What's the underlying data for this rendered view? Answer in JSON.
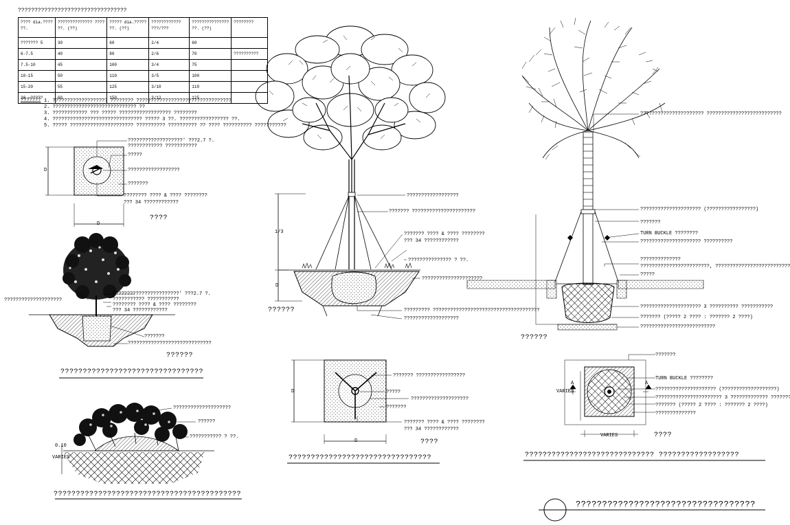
{
  "spec_table": {
    "caption": "?????????????????????????????????",
    "headers": [
      [
        "???? dia.????",
        "??."
      ],
      [
        "?????????????? ????",
        "??.  (??)"
      ],
      [
        "????? dia.?????",
        "??.  (??)"
      ],
      [
        "????????????",
        "???/???"
      ],
      [
        "???????????????",
        "??.  (??)"
      ],
      [
        "????????",
        ""
      ]
    ],
    "rows": [
      [
        "??????? 5",
        "30",
        "60",
        "2/4",
        "60",
        ""
      ],
      [
        "6-7.5",
        "40",
        "80",
        "2/6",
        "70",
        "??????????"
      ],
      [
        "7.5-10",
        "45",
        "100",
        "3/4",
        "75",
        ""
      ],
      [
        "10-15",
        "50",
        "110",
        "3/5",
        "100",
        ""
      ],
      [
        "15-20",
        "55",
        "125",
        "3/10",
        "110",
        ""
      ],
      [
        "20 ~?????",
        "60",
        "150",
        "3/12",
        "125",
        ""
      ]
    ]
  },
  "notes": {
    "title": "???????",
    "items": [
      "1. ??????????????????? ???????? ?????????????????????????????????",
      "2. ????????????????????????????? ??",
      "3. ???????????? ??? ????? ?????????????????? ????????",
      "4. ??????????????????????????????? ????? 3 ??. ????????????????? ??.",
      "5. ????? ?????????????????????? ?????????? ?????????? ?? ???? ?????????? ???????????"
    ]
  },
  "detail_small_plan": {
    "dim_d_vertical": "D",
    "dim_d_horizontal": "D",
    "plan_caption": "????",
    "labels": [
      "???????????????????' ???2.7 ?.",
      "???????????? ???????????",
      "?????",
      "??????????????????",
      "???????",
      "???????? ???? & ???? ????????",
      "??? 34 ????????????"
    ]
  },
  "detail_small_section": {
    "caption": "??????",
    "title": "????????????????????????????????",
    "labels_left": [
      "????????????????????"
    ],
    "labels_right": [
      "???????????????????????' ???2.7 ?.",
      "??????????? ???????????",
      "???????? ???? & ???? ????????",
      "??? 34 ????????????",
      "???????",
      "?????????????????????????????"
    ]
  },
  "detail_shrub": {
    "title": "??????????????????????????????????????????",
    "dim_top": "0.10",
    "dim_varies": "VARIES",
    "labels": [
      "????????????????????",
      "??????",
      "??????????? ? ??."
    ]
  },
  "detail_tree_elevation": {
    "ratio_label": "1/3",
    "dim_d": "D",
    "caption": "??????",
    "labels": [
      "??????????????????",
      "??????? ??????????????????????",
      "??????? ???? & ???? ????????",
      "??? 34 ????????????",
      "??????????????? ? ??.",
      "?????????????????????",
      "????????? ?????????????????????????????????????",
      "???????????????????"
    ]
  },
  "detail_tree_plan": {
    "dim_d_vertical": "D",
    "dim_d_horizontal": "D",
    "caption": "????",
    "title": "????????????????????????????????",
    "labels": [
      "??????? ?????????????????",
      "?????",
      "????????????????????",
      "???????",
      "??????? ???? & ???? ????????",
      "??? 34 ????????????"
    ]
  },
  "detail_palm_elevation": {
    "caption": "??????",
    "top_label": "?????????????????????? ??????????????????????????",
    "labels": [
      "????????????????????? (?????????????????)",
      "???????",
      "TURN BUCKLE ????????",
      "????????????????????? ??????????",
      "??????????????",
      "????????????????????????, ??????????????????????????)",
      "?????",
      "????????????????????? 3 ?????????? ???????????",
      "??????? (????? 2 ???? : ??????? 2 ????)",
      "??????????????????????????"
    ]
  },
  "detail_palm_plan": {
    "section_marker_left": "A",
    "section_marker_right": "A",
    "dim_varies_side": "VARIES",
    "dim_varies_bottom": "VARIES",
    "caption": "????",
    "title": "?????????????????????????????  ??????????????????",
    "labels": [
      "???????",
      "TURN BUCKLE ????????",
      "????????????????????? (???????????????????)",
      "??????????????????????? 3 ????????????? ???????????",
      "??????? (????? 2 ???? : ??????? 2 ????)",
      "??????????????"
    ]
  },
  "sheet_title": "??????????????????????????????????"
}
